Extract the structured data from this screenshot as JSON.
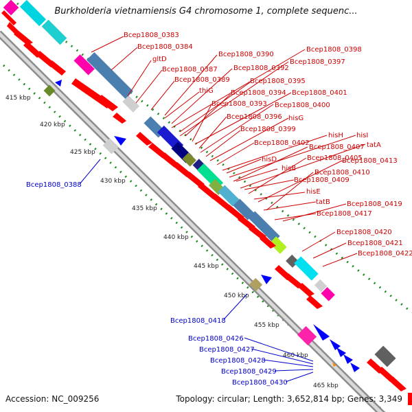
{
  "title": "Burkholderia vietnamiensis G4 chromosome 1, complete sequenc...",
  "footer": {
    "accession": "Accession: NC_009256",
    "topology": "Topology: circular; Length: 3,652,814 bp; Genes: 3,349"
  },
  "kbp_labels": [
    "415 kbp",
    "420 kbp",
    "425 kbp",
    "430 kbp",
    "435 kbp",
    "440 kbp",
    "445 kbp",
    "450 kbp",
    "455 kbp",
    "460 kbp",
    "465 kbp"
  ],
  "red_labels": [
    "Bcep1808_0383",
    "Bcep1808_0384",
    "gltD",
    "Bcep1808_0387",
    "Bcep1808_0389",
    "thiG",
    "Bcep1808_0390",
    "Bcep1808_0392",
    "Bcep1808_0395",
    "Bcep1808_0394",
    "Bcep1808_0393",
    "Bcep1808_0396",
    "Bcep1808_0399",
    "Bcep1808_0402",
    "hisD",
    "hisB",
    "Bcep1808_0409",
    "hisE",
    "tatB",
    "Bcep1808_0417",
    "Bcep1808_0398",
    "Bcep1808_0397",
    "Bcep1808_0401",
    "Bcep1808_0400",
    "hisG",
    "hisH",
    "hisI",
    "Bcep1808_0407",
    "tatA",
    "Bcep1808_0405",
    "Bcep1808_0413",
    "Bcep1808_0410",
    "Bcep1808_0419",
    "Bcep1808_0420",
    "Bcep1808_0421",
    "Bcep1808_0422"
  ],
  "blue_labels": [
    "Bcep1808_0388",
    "Bcep1808_0418",
    "Bcep1808_0426",
    "Bcep1808_0427",
    "Bcep1808_0428",
    "Bcep1808_0429",
    "Bcep1808_0430"
  ],
  "colors": {
    "backbone": "#9a9a9a",
    "forward_gene": "#ff0000",
    "reverse_gene": "#0000ff",
    "tick_dots": "#1a8a1a",
    "red_label": "#cc0000",
    "blue_label": "#0000cc"
  }
}
